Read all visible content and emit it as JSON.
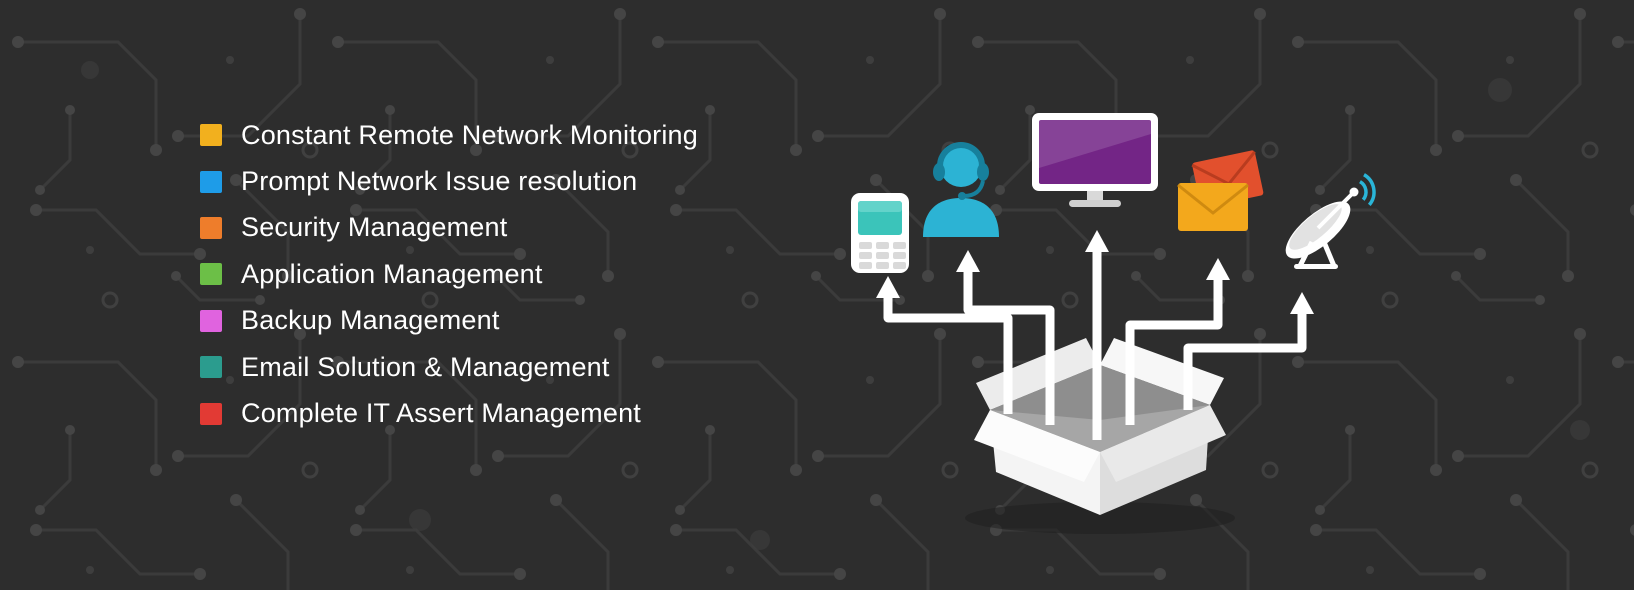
{
  "banner": {
    "colors": {
      "background": "#2d2d2d",
      "circuit_line": "#3b3b3b",
      "circuit_node": "#454545",
      "text": "#ffffff",
      "arrow": "#ffffff"
    }
  },
  "services": {
    "items": [
      {
        "label": "Constant Remote Network Monitoring",
        "bullet_color": "#f2b01e"
      },
      {
        "label": "Prompt Network Issue resolution",
        "bullet_color": "#1e9ce8"
      },
      {
        "label": "Security Management",
        "bullet_color": "#ee7d2b"
      },
      {
        "label": "Application Management",
        "bullet_color": "#6cbf47"
      },
      {
        "label": "Backup Management",
        "bullet_color": "#e063df"
      },
      {
        "label": "Email Solution & Management",
        "bullet_color": "#2b9c8e"
      },
      {
        "label": "Complete IT Assert Management",
        "bullet_color": "#e23a34"
      }
    ]
  },
  "illustration": {
    "box": {
      "name": "open-box",
      "color": "#f2f2f2"
    },
    "icons": [
      {
        "name": "mobile-phone-icon",
        "color": "#3bc4ba"
      },
      {
        "name": "support-agent-icon",
        "color": "#2cb3d4"
      },
      {
        "name": "monitor-icon",
        "color": "#732586"
      },
      {
        "name": "email-icon",
        "color": "#f3a81c"
      },
      {
        "name": "satellite-dish-icon",
        "color": "#ffffff"
      }
    ]
  }
}
